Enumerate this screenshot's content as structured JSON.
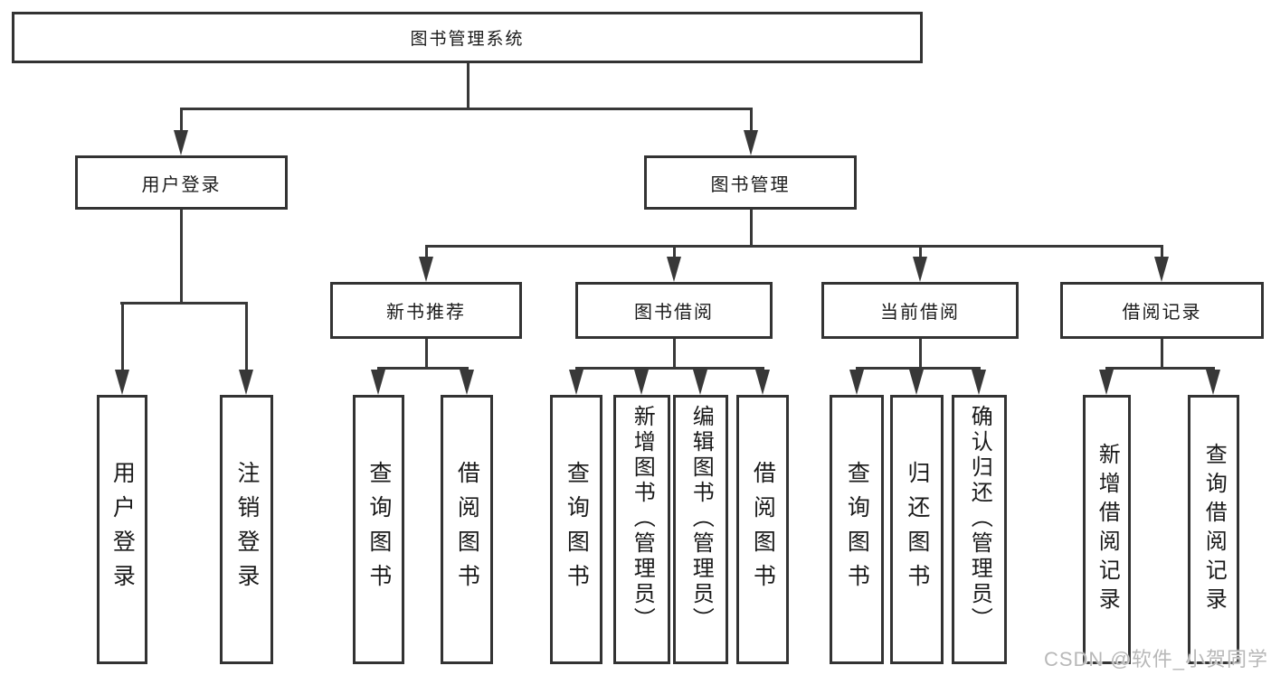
{
  "tree": {
    "root": "图书管理系统",
    "branches": [
      {
        "label": "用户登录",
        "children": [
          "用户登录",
          "注销登录"
        ]
      },
      {
        "label": "图书管理",
        "groups": [
          {
            "label": "新书推荐",
            "children": [
              "查询图书",
              "借阅图书"
            ]
          },
          {
            "label": "图书借阅",
            "children": [
              "查询图书",
              "新增图书（管理员）",
              "编辑图书（管理员）",
              "借阅图书"
            ]
          },
          {
            "label": "当前借阅",
            "children": [
              "查询图书",
              "归还图书",
              "确认归还（管理员）"
            ]
          },
          {
            "label": "借阅记录",
            "children": [
              "新增借阅记录",
              "查询借阅记录"
            ]
          }
        ]
      }
    ]
  },
  "watermark": {
    "text": "CSDN @软件_小贺同学"
  },
  "colors": {
    "line": "#383838",
    "border": "#333333",
    "text": "#1a1a1a",
    "watermark": "#b8b8b8"
  }
}
